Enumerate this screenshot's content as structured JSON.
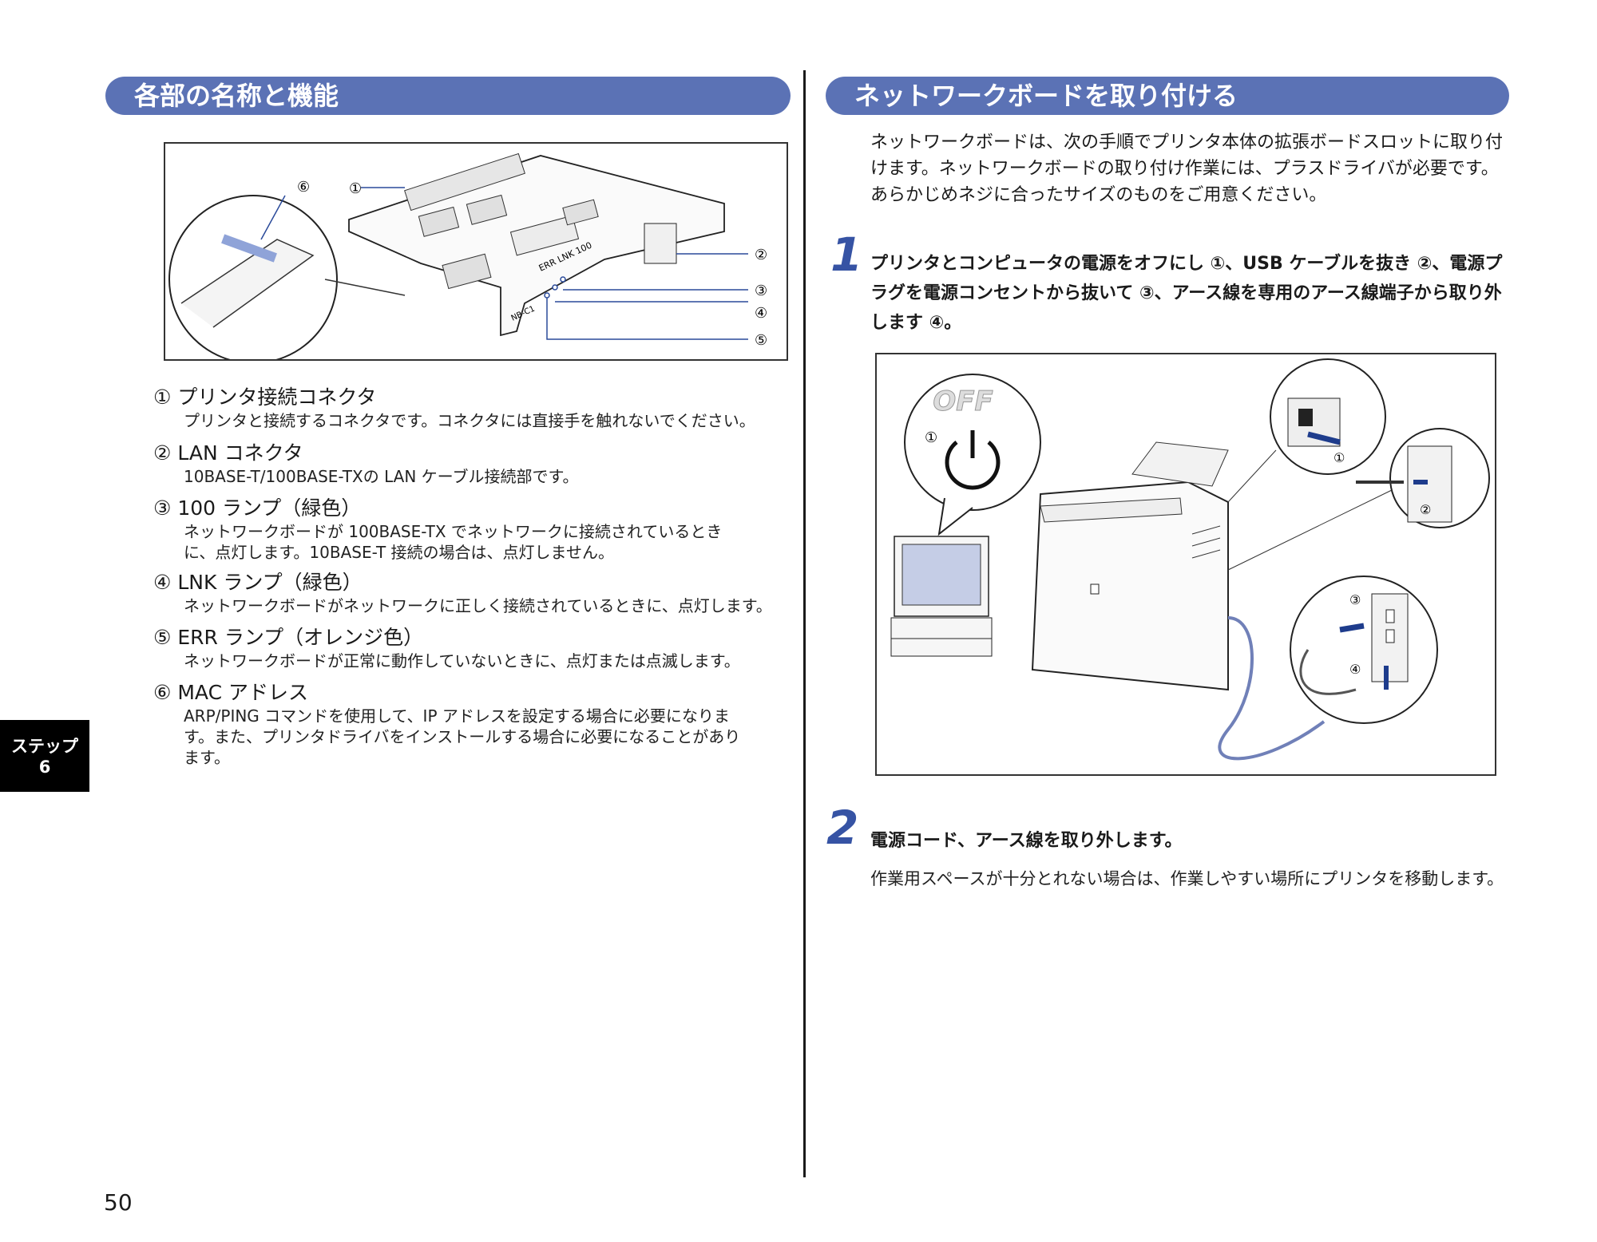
{
  "left_header": "各部の名称と機能",
  "right_header": "ネットワークボードを取り付ける",
  "board_figure": {
    "callouts": [
      "①",
      "②",
      "③",
      "④",
      "⑤",
      "⑥"
    ],
    "panel_labels": {
      "lamps": "ERR LNK 100",
      "model": "NB-C1"
    }
  },
  "parts": [
    {
      "title": "① プリンタ接続コネクタ",
      "desc": "プリンタと接続するコネクタです。コネクタには直接手を触れないでください。"
    },
    {
      "title": "② LAN コネクタ",
      "desc": "10BASE-T/100BASE-TXの LAN ケーブル接続部です。"
    },
    {
      "title": "③ 100 ランプ（緑色）",
      "desc": "ネットワークボードが 100BASE-TX でネットワークに接続されているとき\nに、点灯します。10BASE-T 接続の場合は、点灯しません。"
    },
    {
      "title": "④ LNK ランプ（緑色）",
      "desc": "ネットワークボードがネットワークに正しく接続されているときに、点灯します。"
    },
    {
      "title": "⑤ ERR ランプ（オレンジ色）",
      "desc": "ネットワークボードが正常に動作していないときに、点灯または点滅します。"
    },
    {
      "title": "⑥ MAC アドレス",
      "desc": "ARP/PING コマンドを使用して、IP アドレスを設定する場合に必要になりま\nす。また、プリンタドライバをインストールする場合に必要になることがあり\nます。"
    }
  ],
  "step_tab": {
    "line1": "ステップ",
    "line2": "6"
  },
  "page_number": "50",
  "intro": "ネットワークボードは、次の手順でプリンタ本体の拡張ボードスロットに取り付けます。ネットワークボードの取り付け作業には、プラスドライバが必要です。あらかじめネジに合ったサイズのものをご用意ください。",
  "steps": [
    {
      "num": "1",
      "text": "プリンタとコンピュータの電源をオフにし ①、USB ケーブルを抜き ②、電源プラグを電源コンセントから抜いて ③、アース線を専用のアース線端子から取り外します ④。"
    },
    {
      "num": "2",
      "text": "電源コード、アース線を取り外します。",
      "sub": "作業用スペースが十分とれない場合は、作業しやすい場所にプリンタを移動します。"
    }
  ],
  "printer_figure": {
    "off_label": "OFF",
    "callouts": [
      "①",
      "①",
      "②",
      "③",
      "④"
    ]
  },
  "colors": {
    "header_blue": "#5b72b5",
    "step_blue": "#3653a4",
    "screen_blue": "#c5cde6"
  }
}
